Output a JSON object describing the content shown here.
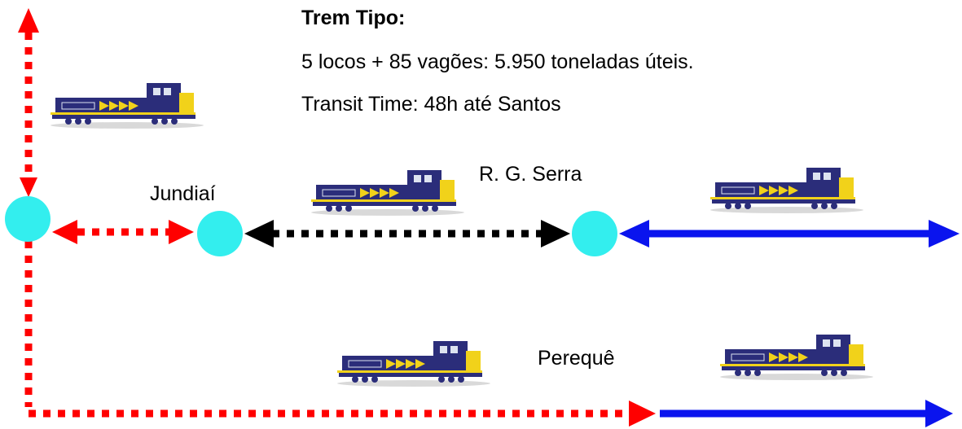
{
  "info": {
    "title": "Trem Tipo:",
    "line1": "5 locos + 85 vagões: 5.950 toneladas úteis.",
    "line2": "Transit Time: 48h até Santos"
  },
  "stations": {
    "jundiai": "Jundiaí",
    "rg_serra": "R. G. Serra",
    "pereque": "Perequê"
  },
  "colors": {
    "node": "#33eeee",
    "dotted_red": "#ff0000",
    "dotted_black": "#000000",
    "solid_blue": "#0a14ee",
    "loco_body": "#2b2d7a",
    "loco_stripe": "#f1d21a"
  },
  "icons": [
    "locomotive-icon",
    "arrow-icon",
    "station-node"
  ]
}
